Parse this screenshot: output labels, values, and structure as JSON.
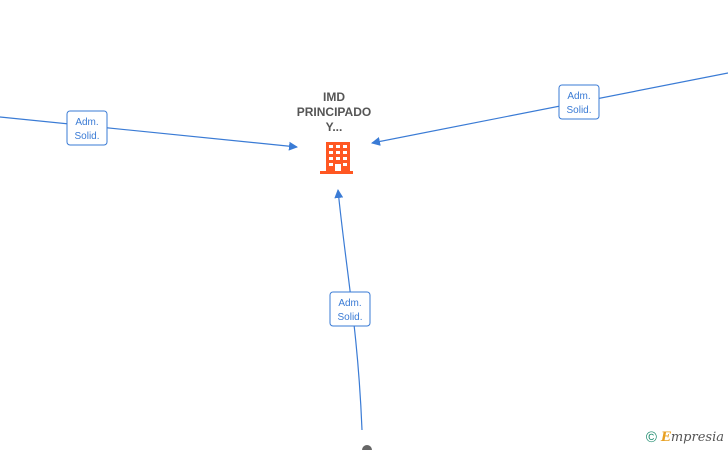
{
  "company": {
    "name_lines": [
      "IMD",
      "PRINCIPADO",
      "Y..."
    ],
    "icon": "building-icon",
    "icon_color": "#ff5722"
  },
  "relations": [
    {
      "label_line1": "Adm.",
      "label_line2": "Solid."
    },
    {
      "label_line1": "Adm.",
      "label_line2": "Solid."
    },
    {
      "label_line1": "Adm.",
      "label_line2": "Solid."
    }
  ],
  "edge_color": "#3a7bd5",
  "watermark": {
    "copyright": "©",
    "brand_initial": "E",
    "brand_rest": "mpresia"
  }
}
